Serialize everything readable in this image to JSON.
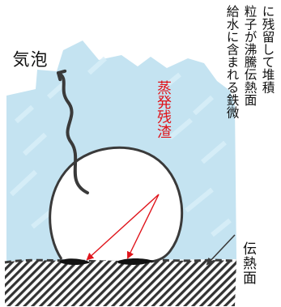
{
  "labels": {
    "bubble": [
      "気",
      "泡"
    ],
    "residue": "蒸発残渣",
    "heat_surface": "伝熱面",
    "note_lines": [
      "給水に含まれる鉄微",
      "粒子が沸騰伝熱面",
      "に残留して堆積"
    ]
  },
  "colors": {
    "liquid": "#c4e3f1",
    "outline": "#3a3a3a",
    "residue_text": "#e0141b",
    "arrow": "#e0141b",
    "deposit": "#111111",
    "hatch": "#333333",
    "text": "#111111"
  }
}
